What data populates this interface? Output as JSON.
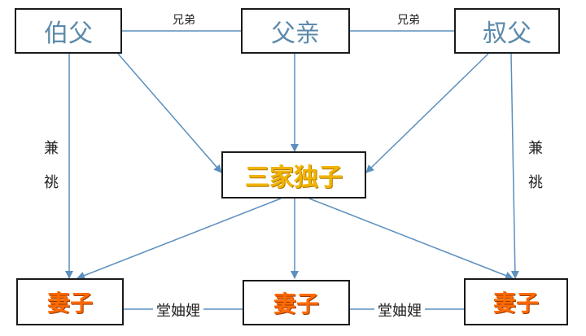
{
  "nodes": {
    "uncle_elder": "伯父",
    "father": "父亲",
    "uncle_younger": "叔父",
    "son": "三家独子",
    "wife_left": "妻子",
    "wife_middle": "妻子",
    "wife_right": "妻子"
  },
  "edge_labels": {
    "brothers_left": "兄弟",
    "brothers_right": "兄弟",
    "jiantiao_left": "兼祧",
    "jiantiao_right": "兼祧",
    "sisters_in_law_left": "堂妯娌",
    "sisters_in_law_right": "堂妯娌"
  },
  "colors": {
    "line": "#5b8fbf",
    "top_text": "#5b8aab",
    "center_text": "#f2b300",
    "bottom_text": "#ff6a00"
  }
}
